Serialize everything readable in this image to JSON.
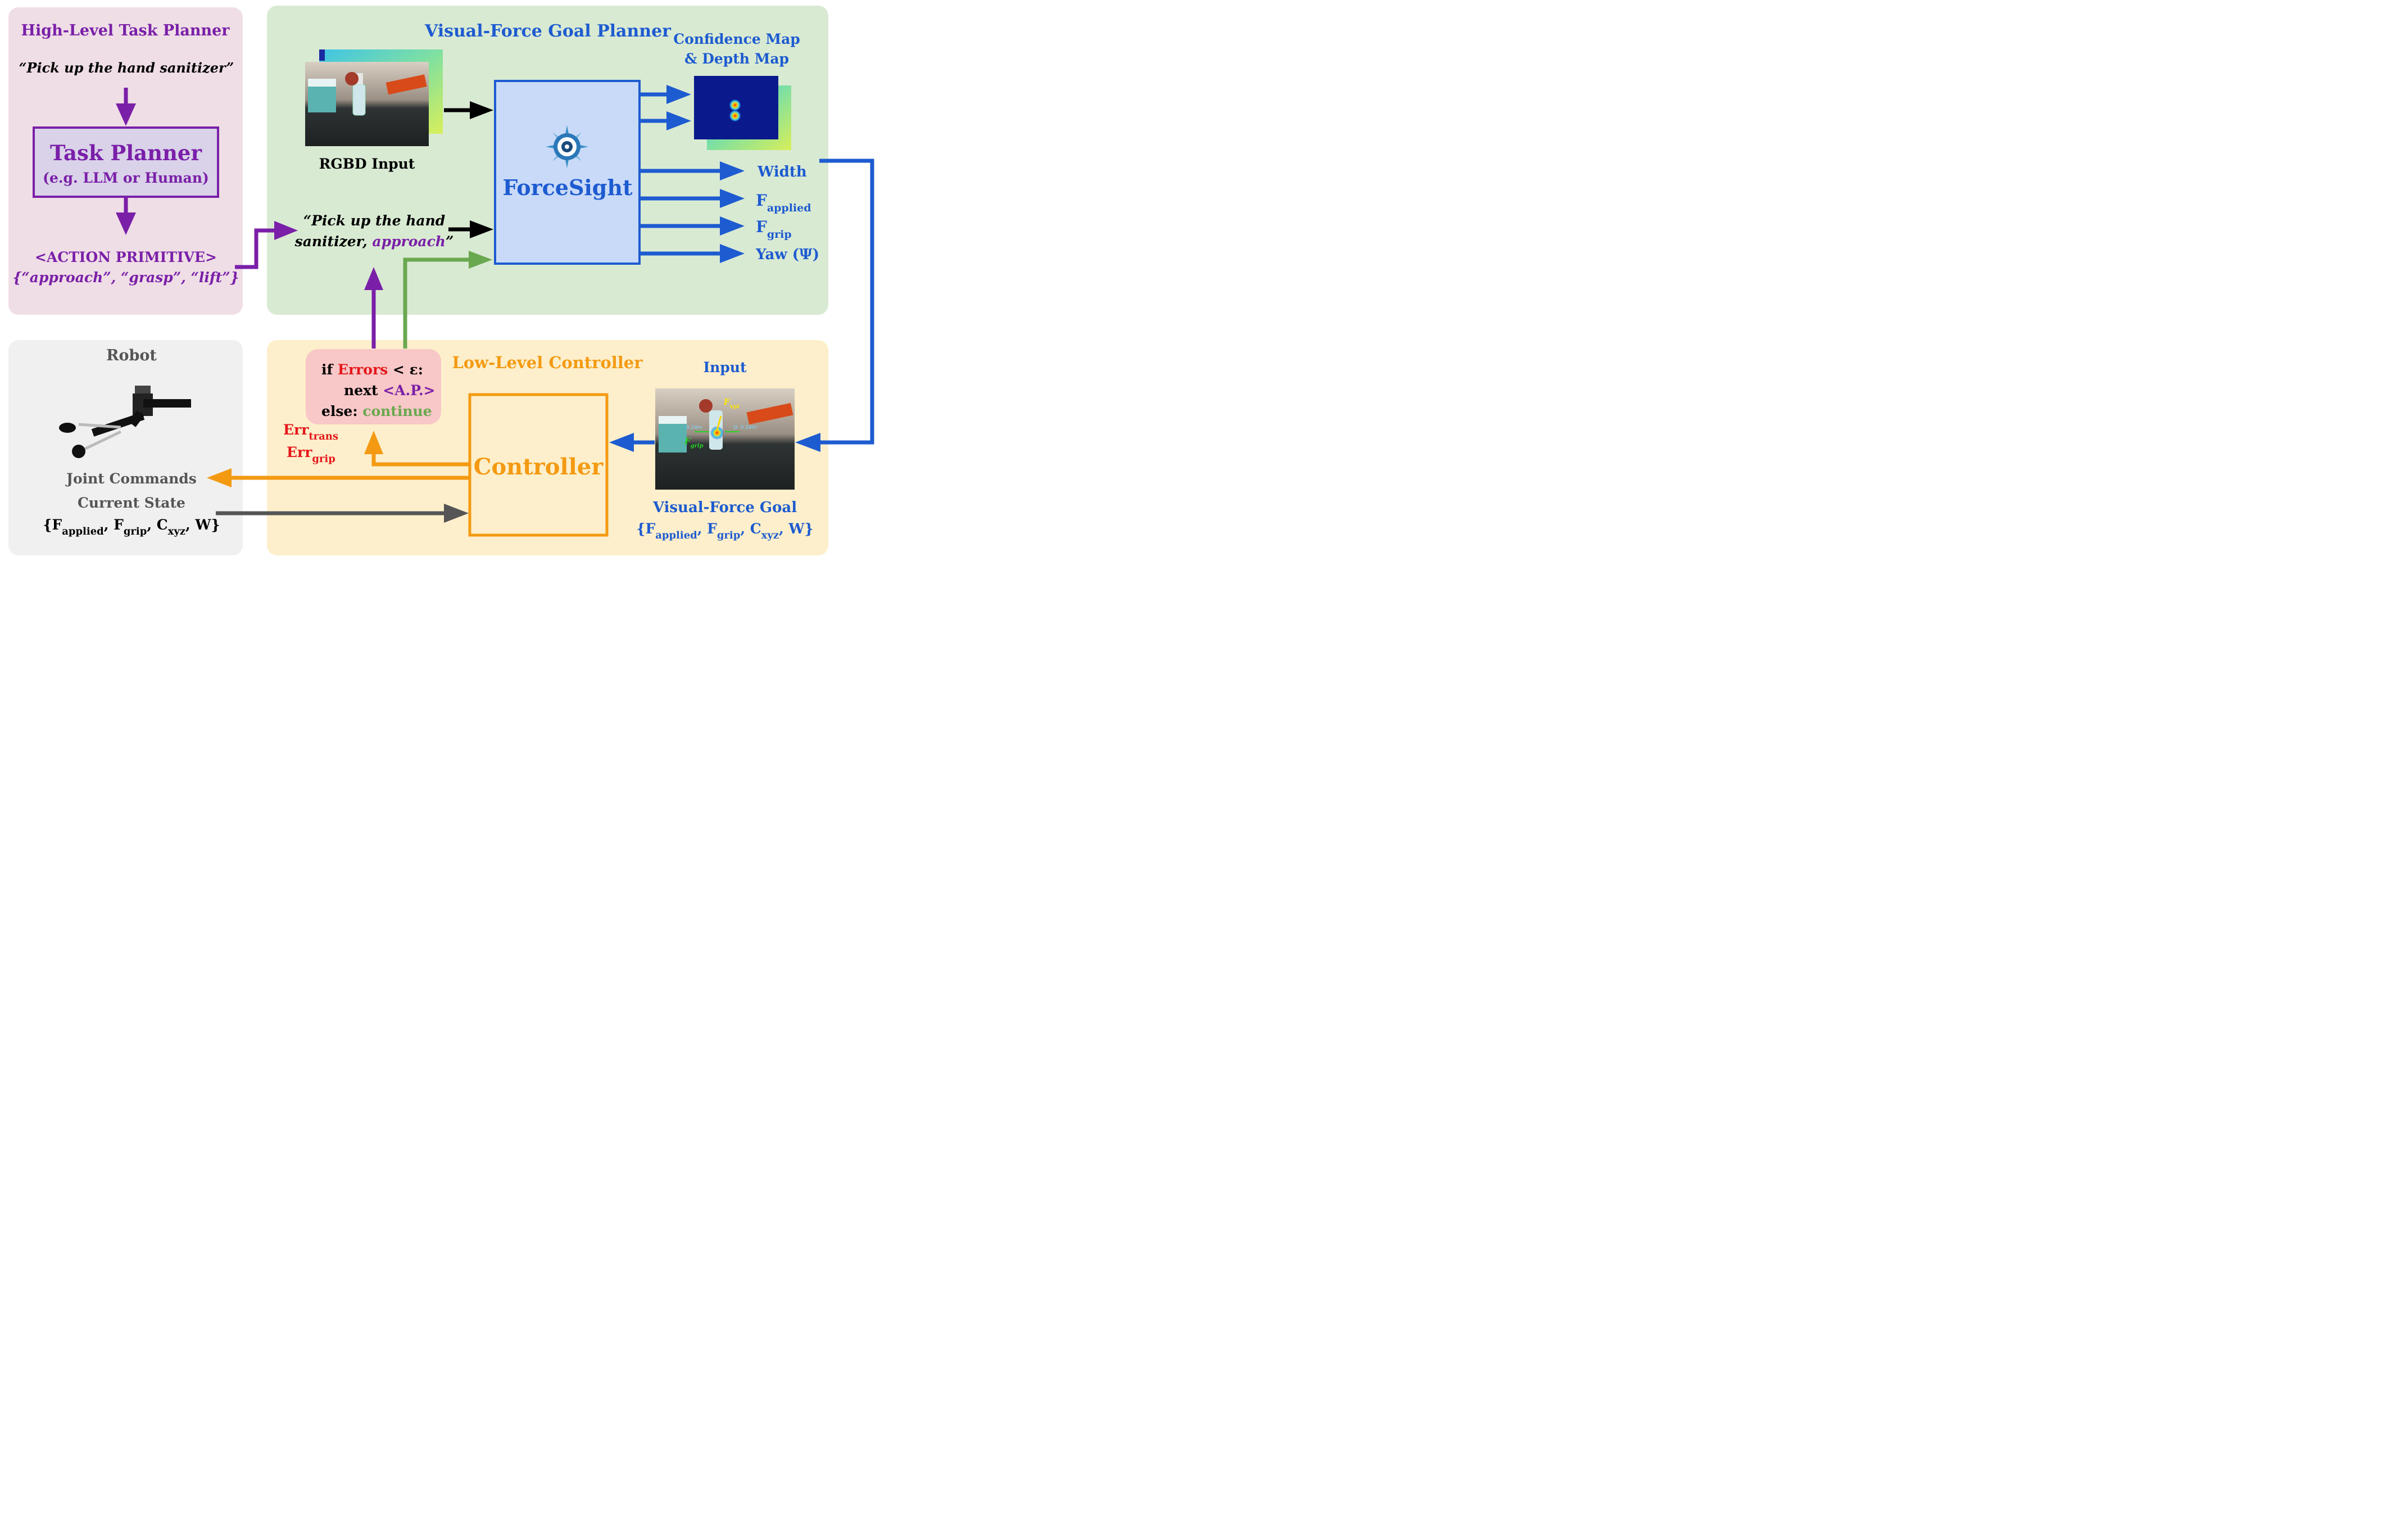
{
  "colors": {
    "purple": "#7a1fa8",
    "blue": "#1d5bd0",
    "orange": "#f39a12",
    "green": "#6aa84f",
    "red": "#e5171b",
    "gray": "#555555",
    "high_level_bg": "#efdee6",
    "goal_planner_bg": "#d9ead3",
    "controller_bg": "#fdefcb",
    "robot_bg": "#f0f0f0",
    "forcesight_box": "#c9daf8",
    "task_planner_box": "#d9d2e9",
    "condition_box": "#f8c7c7"
  },
  "high_level": {
    "title": "High-Level Task Planner",
    "instruction": "“Pick up the hand sanitizer”",
    "task_planner_title": "Task Planner",
    "task_planner_sub": "(e.g. LLM or Human)",
    "primitive_label": "<ACTION PRIMITIVE>",
    "primitives_text": "{“approach”, “grasp”, “lift”}"
  },
  "goal_planner": {
    "title": "Visual-Force Goal Planner",
    "rgbd_label": "RGBD Input",
    "prompt_line1": "“Pick up the hand",
    "prompt_line2_prefix": "sanitizer, ",
    "prompt_line2_primitive": "approach",
    "prompt_line2_suffix": "”",
    "model_name": "ForceSight",
    "model_icon": "compass-eye-icon",
    "conf_map_line1": "Confidence Map",
    "conf_map_line2": "& Depth Map",
    "outputs": {
      "width": "Width",
      "f_applied_main": "F",
      "f_applied_sub": "applied",
      "f_grip_main": "F",
      "f_grip_sub": "grip",
      "yaw": "Yaw (Ψ)"
    }
  },
  "low_level": {
    "title": "Low-Level Controller",
    "cond_if": "if ",
    "cond_errors": "Errors",
    "cond_lt": " < ε:",
    "cond_next": "next ",
    "cond_ap": "<A.P.>",
    "cond_else": "else: ",
    "cond_continue": "continue",
    "err_trans_main": "Err",
    "err_trans_sub": "trans",
    "err_grip_main": "Err",
    "err_grip_sub": "grip",
    "controller": "Controller",
    "input_label": "Input",
    "goal_title": "Visual-Force Goal",
    "goal_f": "F",
    "goal_applied": "applied",
    "goal_comma1": ", F",
    "goal_grip": "grip",
    "goal_comma2": ", C",
    "goal_xyz": "xyz",
    "goal_w": ", W}",
    "goal_open": "{",
    "input_overlay": {
      "fxyz_main": "F",
      "fxyz_sub": "xyz",
      "fgrip_main": "F",
      "fgrip_sub": "grip",
      "dist_left": "0.24m",
      "dist_right": "D: 0.24m"
    }
  },
  "robot": {
    "title": "Robot",
    "joint_commands": "Joint Commands",
    "current_state": "Current State",
    "state_open": "{F",
    "state_applied": "applied",
    "state_c1": ", F",
    "state_grip": "grip",
    "state_c2": ", C",
    "state_xyz": "xyz",
    "state_close": ", W}"
  }
}
